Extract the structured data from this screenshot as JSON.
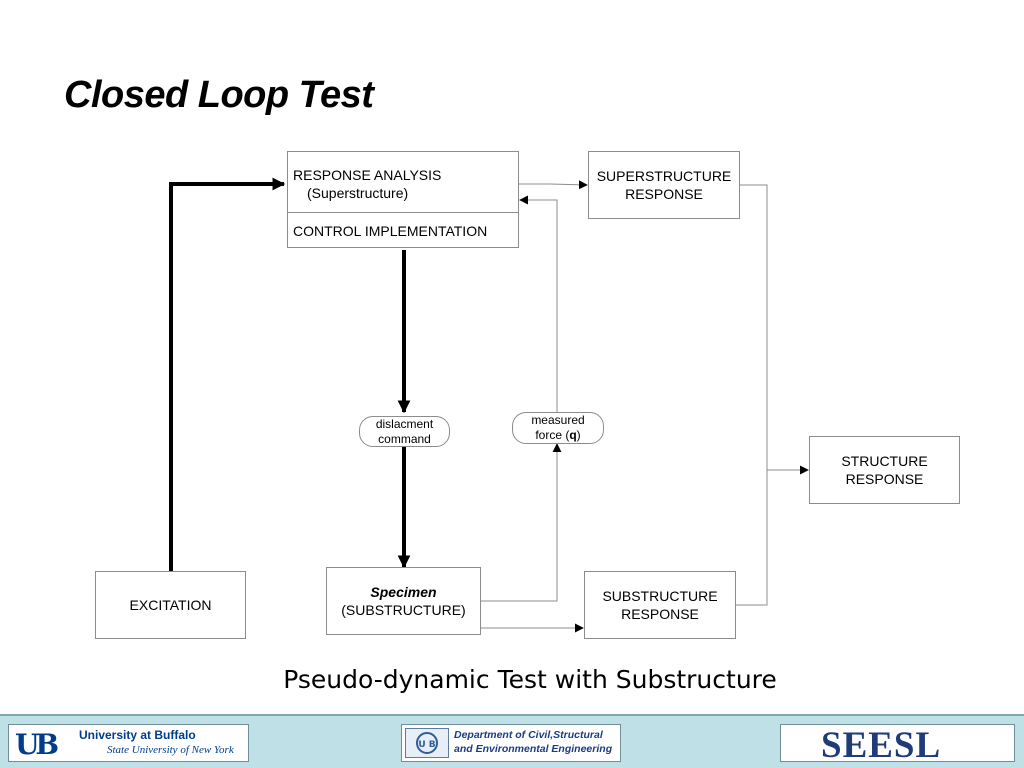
{
  "slide": {
    "title": "Closed Loop Test",
    "caption": "Pseudo-dynamic Test with Substructure"
  },
  "diagram": {
    "response_analysis": {
      "line1": "RESPONSE ANALYSIS",
      "line2": "(Superstructure)"
    },
    "control_implementation": "CONTROL IMPLEMENTATION",
    "superstructure_response": {
      "line1": "SUPERSTRUCTURE",
      "line2": "RESPONSE"
    },
    "structure_response": {
      "line1": "STRUCTURE",
      "line2": "RESPONSE"
    },
    "substructure_response": {
      "line1": "SUBSTRUCTURE",
      "line2": "RESPONSE"
    },
    "excitation": "EXCITATION",
    "specimen": {
      "line1": "Specimen",
      "line2": "(SUBSTRUCTURE)"
    },
    "displacement_command": {
      "line1": "dislacment",
      "line2": "command"
    },
    "measured_force": {
      "line1": "measured",
      "line2_prefix": "force (",
      "symbol": "q",
      "line2_suffix": ")"
    }
  },
  "footer": {
    "ub": {
      "mark": "UB",
      "line1": "University at Buffalo",
      "line2": "State University of New York"
    },
    "dept": {
      "line1": "Department of Civil,Structural",
      "line2": "and Environmental Engineering",
      "emblem": "U B"
    },
    "seesl": "SEESL"
  }
}
